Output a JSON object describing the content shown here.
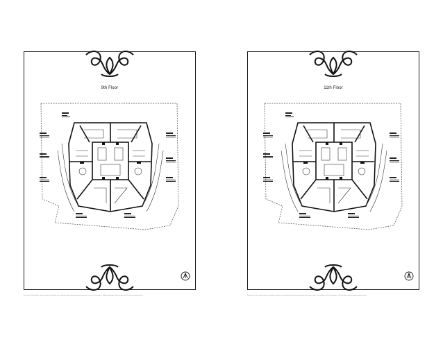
{
  "pages": [
    {
      "title": "9th Floor",
      "disclaimer": "Disclaimer: Floor plans, layouts and other details are indicative only and may change from time to time in accordance with final designs of the project and the planning permission."
    },
    {
      "title": "11th Floor",
      "disclaimer": "Disclaimer: Floor plans, layouts and other details are indicative only and may change from time to time in accordance with final designs of the project and the planning permission."
    }
  ],
  "icons": {
    "ornament": "flourish-ornament",
    "compass": "north-arrow-icon"
  }
}
